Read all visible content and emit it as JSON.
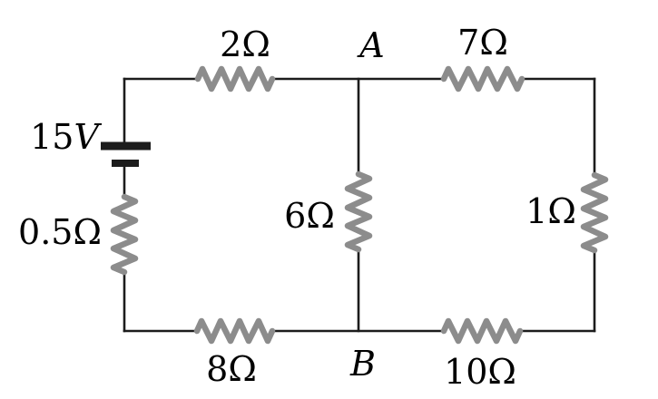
{
  "circuit": {
    "source": {
      "value": "15",
      "unit": "V"
    },
    "nodes": {
      "a": "A",
      "b": "B"
    },
    "resistors": {
      "top_left": "2Ω",
      "top_right": "7Ω",
      "left": "0.5Ω",
      "middle": "6Ω",
      "right": "1Ω",
      "bottom_left": "8Ω",
      "bottom_right": "10Ω"
    },
    "colors": {
      "wire": "#1c1c1c",
      "resistor": "#8c8c8c",
      "background": "#ffffff",
      "text": "#000000"
    }
  }
}
